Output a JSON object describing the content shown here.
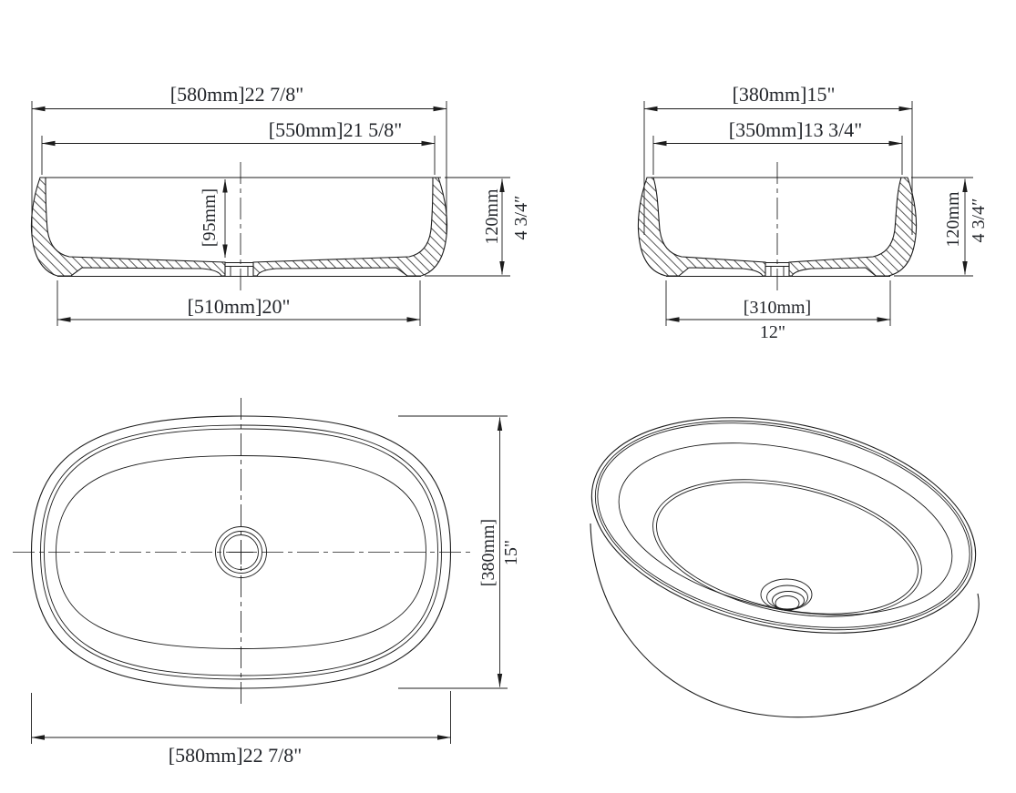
{
  "drawing_type": "vessel sink technical drawing",
  "colors": {
    "background": "#ffffff",
    "line": "#1c1c1c",
    "text": "#23262b"
  },
  "views": {
    "front_section": {
      "name": "front-section-view",
      "dims": {
        "overall_width": "[580mm]22 7/8\"",
        "rim_inner_width": "[550mm]21 5/8\"",
        "bowl_depth": "[95mm]",
        "height_mm": "120mm",
        "height_in": "4 3/4″",
        "base_width": "[510mm]20\""
      }
    },
    "side_section": {
      "name": "side-section-view",
      "dims": {
        "overall_depth": "[380mm]15\"",
        "rim_inner_depth": "[350mm]13 3/4\"",
        "height_mm": "120mm",
        "height_in": "4 3/4″",
        "base_depth_mm": "[310mm]",
        "base_depth_in": "12\""
      }
    },
    "plan": {
      "name": "plan-view",
      "dims": {
        "overall_depth_mm": "[380mm]",
        "overall_depth_in": "15\"",
        "overall_width": "[580mm]22 7/8\""
      }
    },
    "isometric": {
      "name": "isometric-view"
    }
  }
}
